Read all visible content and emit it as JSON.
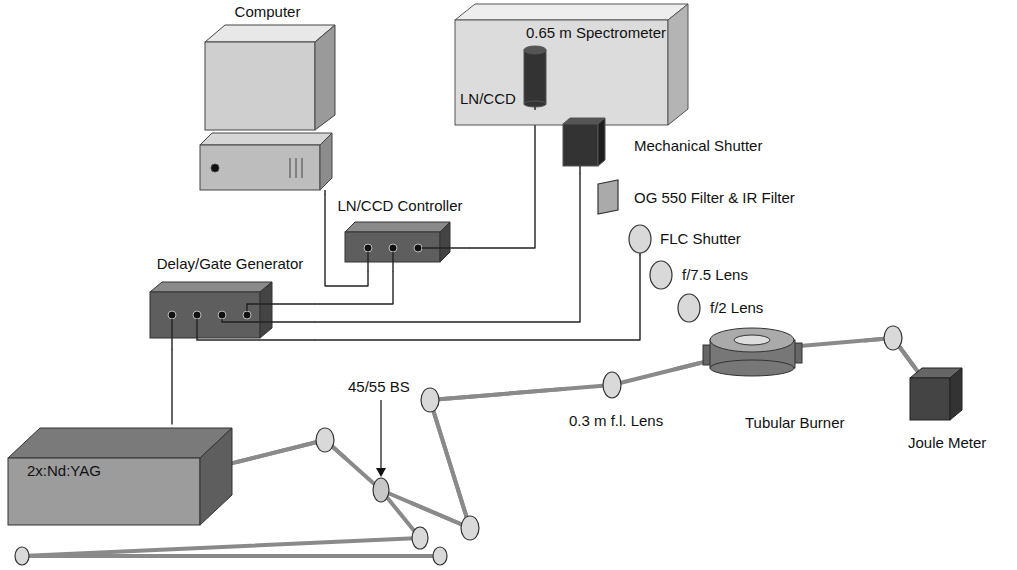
{
  "diagram": {
    "nodes": [
      {
        "text": [
          "Computer"
        ]
      },
      {
        "text": [
          "0.65 m Spectrometer"
        ]
      },
      {
        "text": [
          "LN/CCD"
        ],
        "in": 1
      },
      {
        "text": [
          "Mechanical Shutter"
        ]
      },
      {
        "text": [
          "LN/CCD Controller"
        ]
      },
      {
        "text": [
          "OG 550 Filter & IR Filter"
        ]
      },
      {
        "text": [
          "FLC Shutter"
        ]
      },
      {
        "text": [
          "Delay/Gate Generator"
        ]
      },
      {
        "text": [
          "f/7.5 Lens"
        ]
      },
      {
        "text": [
          "f/2 Lens"
        ]
      },
      {
        "text": [
          "2x:Nd:YAG"
        ]
      },
      {
        "text": [
          "45/55 BS"
        ]
      },
      {
        "text": [
          "0.3 m f.l. Lens"
        ]
      },
      {
        "text": [
          "Tubular Burner"
        ]
      },
      {
        "text": [
          "Joule Meter"
        ]
      }
    ],
    "edges": [
      {
        "from": 0,
        "to": 4,
        "arrow": "none"
      },
      {
        "from": 4,
        "to": 2,
        "arrow": "none"
      },
      {
        "from": 7,
        "to": 4,
        "arrow": "none"
      },
      {
        "from": 7,
        "to": 3,
        "arrow": "none"
      },
      {
        "from": 7,
        "to": 6,
        "arrow": "none"
      },
      {
        "from": 7,
        "to": 10,
        "arrow": "none"
      },
      {
        "from": 10,
        "to": 11,
        "arrow": "none"
      },
      {
        "from": 11,
        "to": 12,
        "arrow": "none"
      },
      {
        "from": 12,
        "to": 13,
        "arrow": "none"
      },
      {
        "from": 13,
        "to": 14,
        "arrow": "none"
      }
    ]
  }
}
